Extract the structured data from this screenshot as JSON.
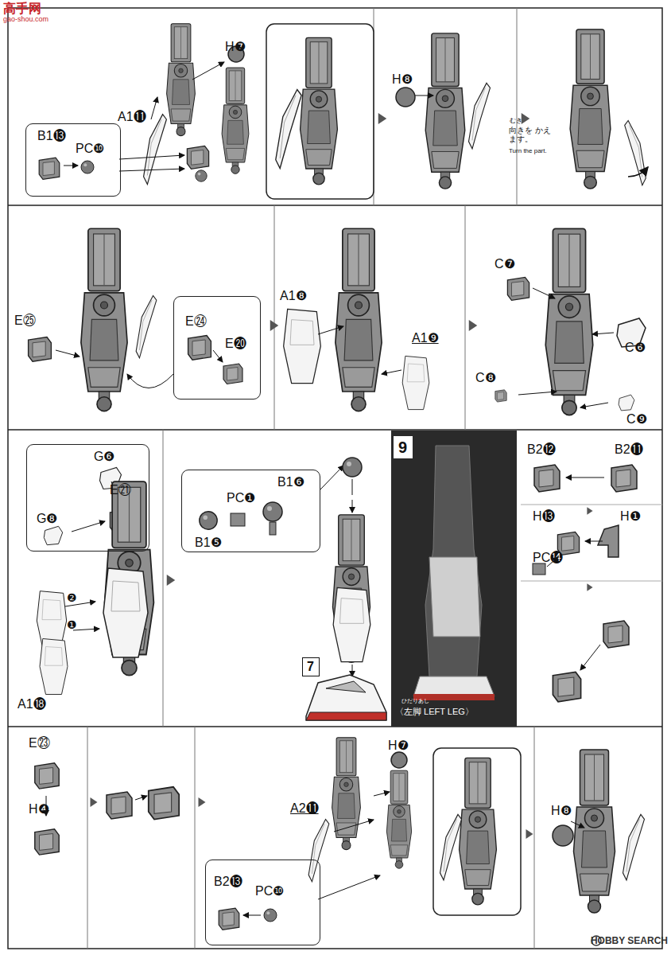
{
  "diagram": {
    "nodes": [
      {
        "text": [
          "B1⓭",
          "PC❿"
        ]
      },
      {
        "text": [
          "E㉔",
          "E⓴"
        ]
      },
      {
        "text": [
          "G❻",
          "E㉑",
          "G❽"
        ]
      },
      {
        "text": [
          "B1❻",
          "PC❶",
          "B1❺"
        ]
      },
      {
        "text": [
          "7"
        ]
      },
      {
        "text": [
          "9"
        ]
      },
      {
        "text": [
          "B2⓭",
          "PC❿"
        ]
      }
    ],
    "labels": [
      "高手网",
      "gao-shou.com",
      "A1⓫",
      "H❼",
      "H❽",
      "むき",
      "向きを かえます。",
      "Turn the part.",
      "E㉕",
      "A1❽",
      "A1❾",
      "C❼",
      "C❻",
      "C❽",
      "C❾",
      "❷",
      "❶",
      "A1⓲",
      "ひだりあし",
      "〈左脚 LEFT LEG〉",
      "B2⓬",
      "B2⓫",
      "H⓭",
      "H❶",
      "PC⓮",
      "E㉓",
      "H❹",
      "A2⓫",
      "H❼",
      "H❽",
      "HOBBY SEARCH"
    ]
  }
}
